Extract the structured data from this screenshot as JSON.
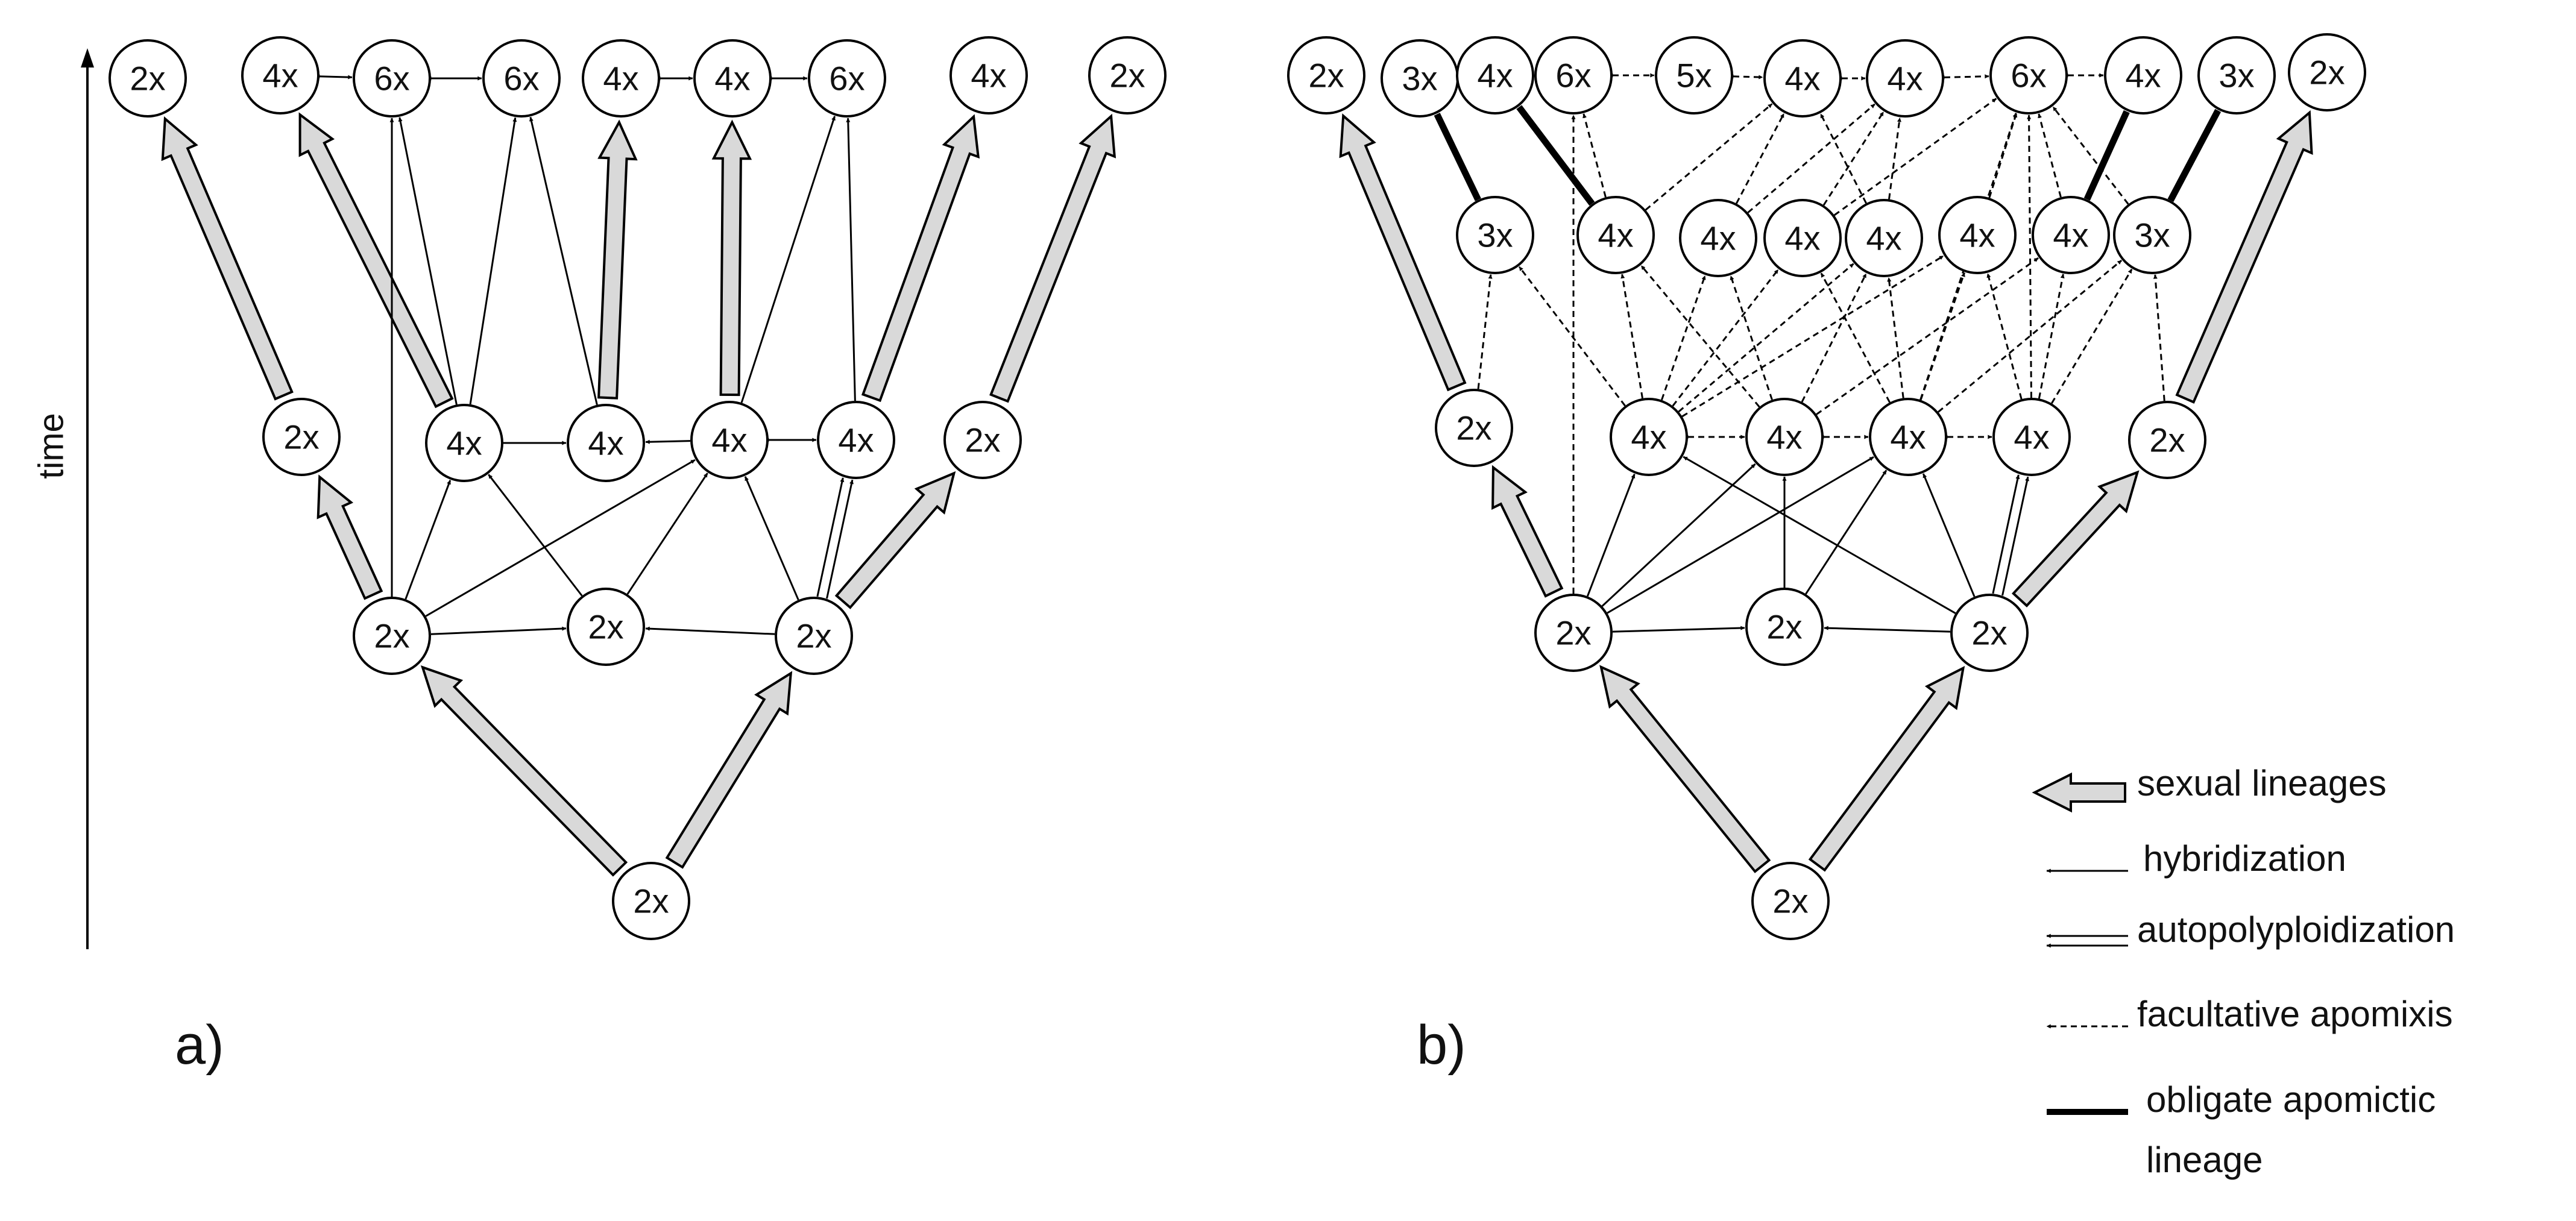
{
  "axis": {
    "label": "time"
  },
  "panels": [
    {
      "id": "a",
      "label": "a)"
    },
    {
      "id": "b",
      "label": "b)"
    }
  ],
  "ploidy": {
    "2x": "2x",
    "3x": "3x",
    "4x": "4x",
    "5x": "5x",
    "6x": "6x"
  },
  "legend": [
    {
      "key": "sexual",
      "label": "sexual lineages"
    },
    {
      "key": "hybrid",
      "label": "hybridization"
    },
    {
      "key": "auto",
      "label": "autopolyploidization"
    },
    {
      "key": "facult",
      "label": "facultative apomixis"
    },
    {
      "key": "obligate",
      "label": "obligate apomictic",
      "label2": "lineage"
    }
  ],
  "colors": {
    "sexual_fill": "#d9d9d9",
    "stroke": "#000000",
    "node_fill": "#ffffff"
  }
}
